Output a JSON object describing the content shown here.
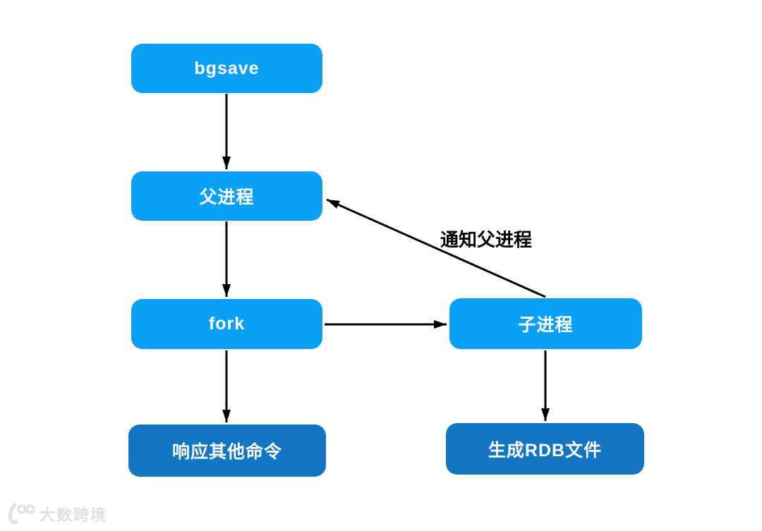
{
  "nodes": {
    "bgsave": "bgsave",
    "parent": "父进程",
    "fork": "fork",
    "child": "子进程",
    "respond_other_commands": "响应其他命令",
    "generate_rdb_file": "生成RDB文件"
  },
  "edges": {
    "notify_parent_label": "通知父进程"
  },
  "watermark": {
    "text": "大数跨境"
  },
  "colors": {
    "node_light_blue": "#0AA0F8",
    "node_dark_blue": "#1376C2",
    "node_text": "#FFFFFF",
    "arrow": "#000000",
    "edge_label_text": "#000000",
    "watermark_gray": "#E0E0E0",
    "background": "#FFFFFF"
  }
}
